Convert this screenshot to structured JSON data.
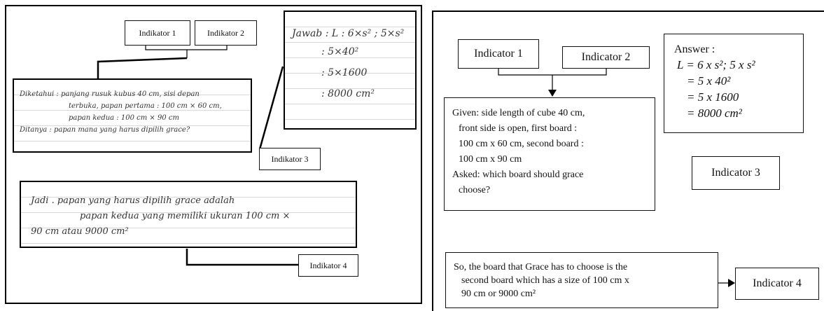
{
  "left": {
    "label_indikator_1": "Indikator 1",
    "label_indikator_2": "Indikator 2",
    "label_indikator_3": "Indikator 3",
    "label_indikator_4": "Indikator 4",
    "work_lines": [
      "Jawab : L : 6×s² ; 5×s²",
      ": 5×40²",
      ": 5×1600",
      ": 8000 cm²"
    ],
    "given_lines": [
      "Diketahui : panjang rusuk kubus 40 cm, sisi depan",
      "terbuka, papan pertama : 100 cm × 60 cm,",
      "papan kedua : 100 cm × 90 cm",
      "Ditanya : papan mana yang harus dipilih grace?"
    ],
    "conclusion_lines": [
      "Jadi . papan yang harus dipilih grace adalah",
      "papan kedua yang memiliki ukuran 100 cm ×",
      "90 cm atau 9000 cm²"
    ]
  },
  "right": {
    "label_indicator_1": "Indicator 1",
    "label_indicator_2": "Indicator 2",
    "label_indicator_3": "Indicator 3",
    "label_indicator_4": "Indicator 4",
    "answer_title": "Answer :",
    "answer_lines": [
      "L = 6 x s²; 5 x s²",
      "= 5 x 40²",
      "= 5 x 1600",
      "= 8000 cm²"
    ],
    "given_lines": [
      "Given: side length of cube 40 cm,",
      "front side is open, first board :",
      "100 cm x 60 cm, second board :",
      "100 cm x 90 cm",
      "Asked: which board should grace",
      "choose?"
    ],
    "conclusion_lines": [
      "So, the board that Grace has to choose is the",
      "second board which has a size of 100 cm x",
      "90 cm or 9000 cm²"
    ]
  }
}
